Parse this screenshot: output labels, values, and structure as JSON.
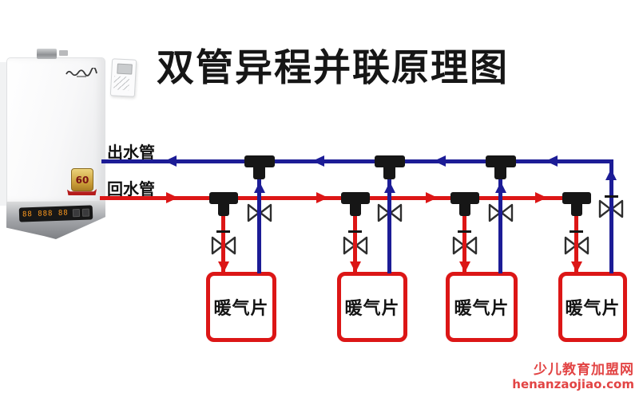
{
  "title": "双管异程并联原理图",
  "pipes": {
    "supply_label": "出水管",
    "return_label": "回水管",
    "supply_color": "#1c1c96",
    "return_color": "#dc1616",
    "supply_flow_direction": "left",
    "return_flow_direction": "right"
  },
  "boiler": {
    "badge_text": "60",
    "display_text": "88 888 88"
  },
  "components": {
    "tee_icon": "pipe-tee-fitting",
    "valve_icon": "bowtie-valve",
    "arrow_icon": "flow-direction-arrow",
    "radiator_count": 4
  },
  "radiators": [
    {
      "label": "暖气片"
    },
    {
      "label": "暖气片"
    },
    {
      "label": "暖气片"
    },
    {
      "label": "暖气片"
    }
  ],
  "watermark": {
    "site_name": "少儿教育加盟网",
    "site_url": "henanzaojiao.com",
    "color": "#e24444"
  }
}
